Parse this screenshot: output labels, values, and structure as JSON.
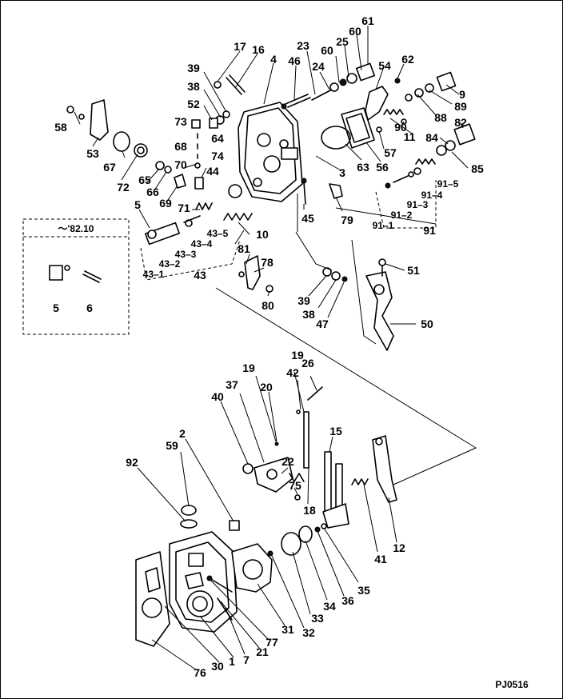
{
  "callouts": [
    {
      "id": "17",
      "text": "17"
    },
    {
      "id": "16",
      "text": "16"
    },
    {
      "id": "4",
      "text": "4"
    },
    {
      "id": "46",
      "text": "46"
    },
    {
      "id": "23",
      "text": "23"
    },
    {
      "id": "24",
      "text": "24"
    },
    {
      "id": "60",
      "text": "60"
    },
    {
      "id": "25",
      "text": "25"
    },
    {
      "id": "61",
      "text": "61"
    },
    {
      "id": "54",
      "text": "54"
    },
    {
      "id": "62",
      "text": "62"
    },
    {
      "id": "9",
      "text": "9"
    },
    {
      "id": "89",
      "text": "89"
    },
    {
      "id": "88",
      "text": "88"
    },
    {
      "id": "39a",
      "text": "39"
    },
    {
      "id": "38a",
      "text": "38"
    },
    {
      "id": "52",
      "text": "52"
    },
    {
      "id": "73",
      "text": "73"
    },
    {
      "id": "64",
      "text": "64"
    },
    {
      "id": "68",
      "text": "68"
    },
    {
      "id": "74",
      "text": "74"
    },
    {
      "id": "70",
      "text": "70"
    },
    {
      "id": "44",
      "text": "44"
    },
    {
      "id": "58",
      "text": "58"
    },
    {
      "id": "53",
      "text": "53"
    },
    {
      "id": "67",
      "text": "67"
    },
    {
      "id": "72",
      "text": "72"
    },
    {
      "id": "65",
      "text": "65"
    },
    {
      "id": "66",
      "text": "66"
    },
    {
      "id": "69",
      "text": "69"
    },
    {
      "id": "71",
      "text": "71"
    },
    {
      "id": "5a",
      "text": "5"
    },
    {
      "id": "90",
      "text": "90"
    },
    {
      "id": "11",
      "text": "11"
    },
    {
      "id": "82",
      "text": "82"
    },
    {
      "id": "84",
      "text": "84"
    },
    {
      "id": "57",
      "text": "57"
    },
    {
      "id": "63",
      "text": "63"
    },
    {
      "id": "56",
      "text": "56"
    },
    {
      "id": "3",
      "text": "3"
    },
    {
      "id": "85",
      "text": "85"
    },
    {
      "id": "91-5",
      "text": "91–5"
    },
    {
      "id": "91-4",
      "text": "91–4"
    },
    {
      "id": "91-3",
      "text": "91–3"
    },
    {
      "id": "91-2",
      "text": "91–2"
    },
    {
      "id": "91-1",
      "text": "91–1"
    },
    {
      "id": "91",
      "text": "91"
    },
    {
      "id": "45",
      "text": "45"
    },
    {
      "id": "79",
      "text": "79"
    },
    {
      "id": "10",
      "text": "10"
    },
    {
      "id": "43-5",
      "text": "43–5"
    },
    {
      "id": "43-4",
      "text": "43–4"
    },
    {
      "id": "43-3",
      "text": "43–3"
    },
    {
      "id": "43-2",
      "text": "43–2"
    },
    {
      "id": "43-1",
      "text": "43–1"
    },
    {
      "id": "43",
      "text": "43"
    },
    {
      "id": "81",
      "text": "81"
    },
    {
      "id": "78",
      "text": "78"
    },
    {
      "id": "80",
      "text": "80"
    },
    {
      "id": "39b",
      "text": "39"
    },
    {
      "id": "38b",
      "text": "38"
    },
    {
      "id": "47",
      "text": "47"
    },
    {
      "id": "51",
      "text": "51"
    },
    {
      "id": "50",
      "text": "50"
    },
    {
      "id": "5b",
      "text": "5"
    },
    {
      "id": "6",
      "text": "6"
    },
    {
      "id": "19a",
      "text": "19"
    },
    {
      "id": "19b",
      "text": "19"
    },
    {
      "id": "42",
      "text": "42"
    },
    {
      "id": "26",
      "text": "26"
    },
    {
      "id": "20",
      "text": "20"
    },
    {
      "id": "37",
      "text": "37"
    },
    {
      "id": "40",
      "text": "40"
    },
    {
      "id": "22",
      "text": "22"
    },
    {
      "id": "75",
      "text": "75"
    },
    {
      "id": "15",
      "text": "15"
    },
    {
      "id": "18",
      "text": "18"
    },
    {
      "id": "2",
      "text": "2"
    },
    {
      "id": "59",
      "text": "59"
    },
    {
      "id": "92",
      "text": "92"
    },
    {
      "id": "41",
      "text": "41"
    },
    {
      "id": "12",
      "text": "12"
    },
    {
      "id": "35",
      "text": "35"
    },
    {
      "id": "36",
      "text": "36"
    },
    {
      "id": "34",
      "text": "34"
    },
    {
      "id": "33",
      "text": "33"
    },
    {
      "id": "32",
      "text": "32"
    },
    {
      "id": "31",
      "text": "31"
    },
    {
      "id": "77",
      "text": "77"
    },
    {
      "id": "21",
      "text": "21"
    },
    {
      "id": "7",
      "text": "7"
    },
    {
      "id": "1",
      "text": "1"
    },
    {
      "id": "30",
      "text": "30"
    },
    {
      "id": "76",
      "text": "76"
    }
  ],
  "inset": {
    "caption": "～'82.10"
  },
  "figure_code": "PJ0516"
}
